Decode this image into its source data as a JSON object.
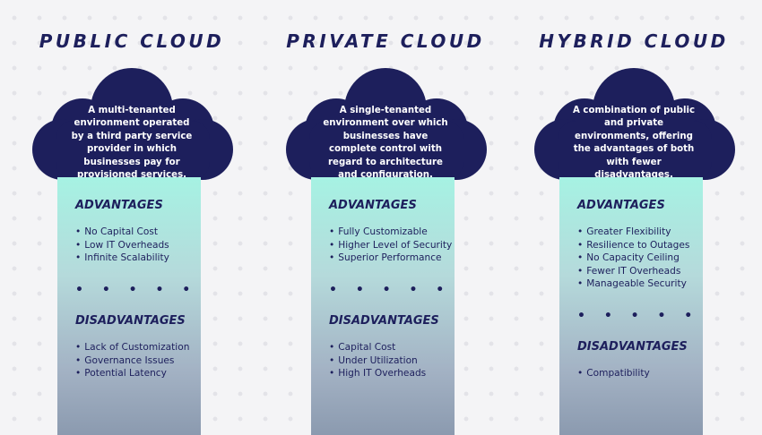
{
  "columns": [
    {
      "title": "PUBLIC CLOUD",
      "description": "A multi-tenanted environment operated by a third party service provider in which businesses pay for provisioned services.",
      "advantages_heading": "ADVANTAGES",
      "advantages": [
        "No Capital Cost",
        "Low IT Overheads",
        "Infinite Scalability"
      ],
      "separator": "• • • • •",
      "disadvantages_heading": "DISADVANTAGES",
      "disadvantages": [
        "Lack of Customization",
        "Governance Issues",
        "Potential Latency"
      ]
    },
    {
      "title": "PRIVATE CLOUD",
      "description": "A single-tenanted environment over which businesses have complete control with regard to architecture and configuration.",
      "advantages_heading": "ADVANTAGES",
      "advantages": [
        "Fully Customizable",
        "Higher Level of Security",
        "Superior Performance"
      ],
      "separator": "• • • • •",
      "disadvantages_heading": "DISADVANTAGES",
      "disadvantages": [
        "Capital Cost",
        "Under Utilization",
        "High IT Overheads"
      ]
    },
    {
      "title": "HYBRID CLOUD",
      "description": "A combination of public and private environments, offering the advantages of both with fewer disadvantages.",
      "advantages_heading": "ADVANTAGES",
      "advantages": [
        "Greater Flexibility",
        "Resilience to Outages",
        "No Capacity Ceiling",
        "Fewer IT Overheads",
        "Manageable Security"
      ],
      "separator": "• • • • •",
      "disadvantages_heading": "DISADVANTAGES",
      "disadvantages": [
        "Compatibility"
      ]
    }
  ],
  "colors": {
    "navy": "#1d1f5c",
    "teal": "#a6f2e3",
    "slate": "#8b9aaf",
    "background": "#f4f4f6"
  }
}
